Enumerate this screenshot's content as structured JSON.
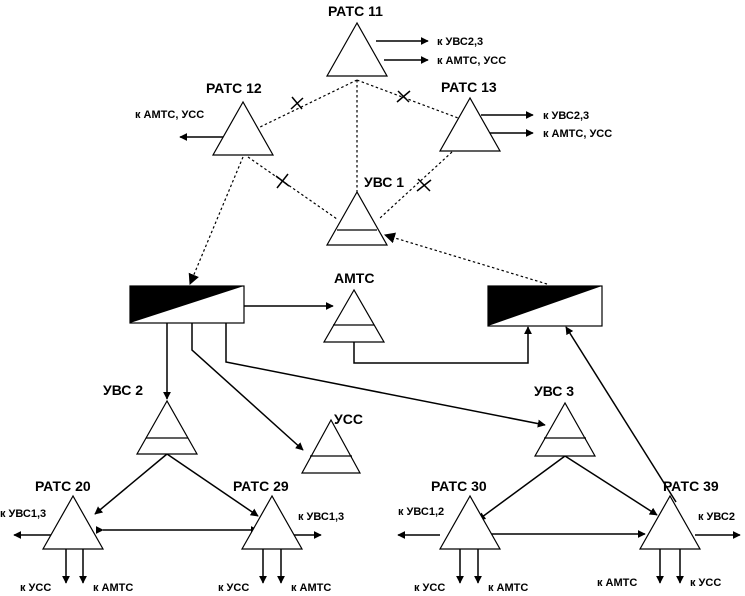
{
  "nodes": {
    "ratc11": "РАТС 11",
    "ratc12": "РАТС 12",
    "ratc13": "РАТС 13",
    "uvs1": "УВС 1",
    "amts": "АМТС",
    "uvs2": "УВС 2",
    "uss": "УСС",
    "uvs3": "УВС 3",
    "ratc20": "РАТС 20",
    "ratc29": "РАТС 29",
    "ratc30": "РАТС 30",
    "ratc39": "РАТС 39"
  },
  "links": {
    "ratc11_to_uvs23": "к УВС2,3",
    "ratc11_to_amts_uss": "к АМТС, УСС",
    "ratc12_to_amts_uss": "к АМТС, УСС",
    "ratc13_to_uvs23": "к УВС2,3",
    "ratc13_to_amts_uss": "к АМТС, УСС",
    "ratc20_to_uvs13": "к УВС1,3",
    "ratc20_to_uss": "к УСС",
    "ratc20_to_amts": "к АМТС",
    "ratc29_to_uvs13": "к УВС1,3",
    "ratc29_to_uss": "к УСС",
    "ratc29_to_amts": "к АМТС",
    "ratc30_to_uvs12": "к УВС1,2",
    "ratc30_to_uss": "к УСС",
    "ratc30_to_amts": "к АМТС",
    "ratc39_to_uvs2": "к УВС2",
    "ratc39_to_amts": "к АМТС",
    "ratc39_to_uss": "к УСС"
  }
}
